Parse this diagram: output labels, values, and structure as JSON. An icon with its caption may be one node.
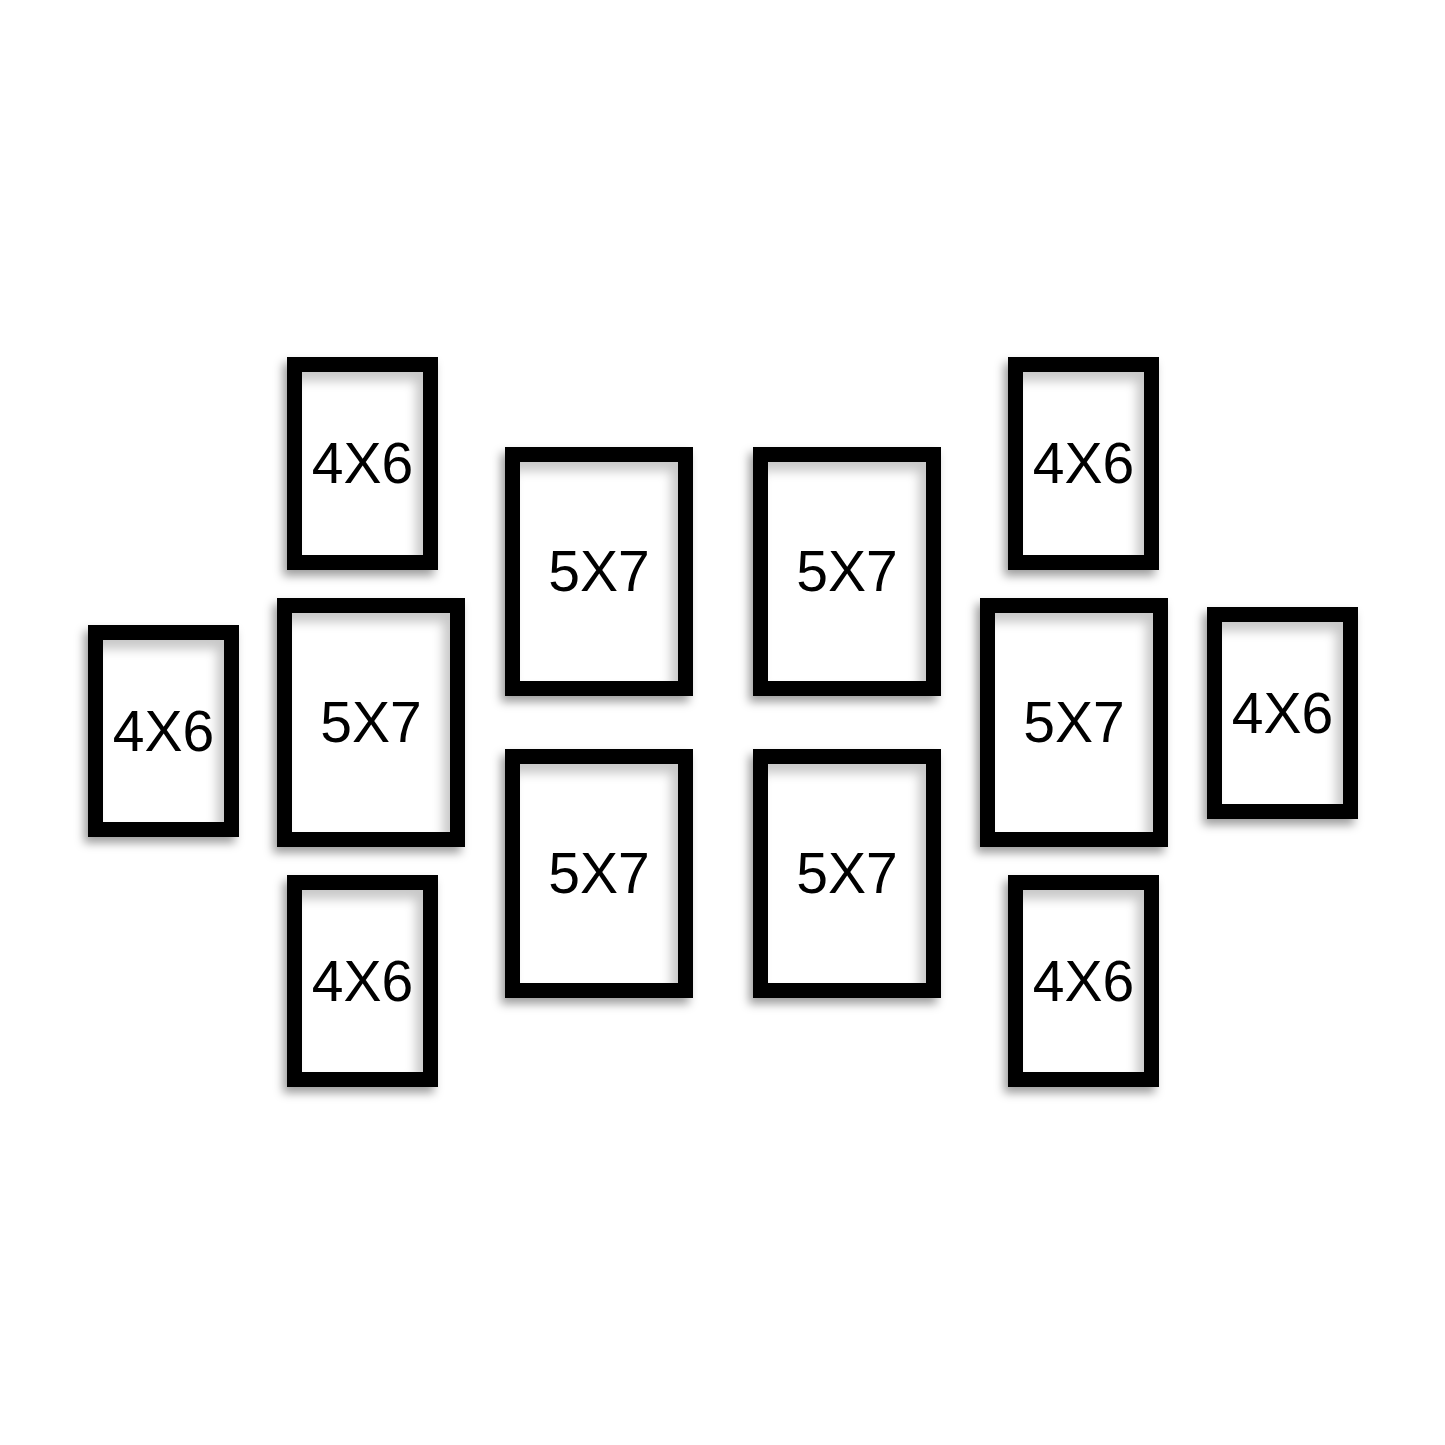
{
  "diagram": {
    "nodes": [
      {
        "text": [
          "4X6"
        ]
      },
      {
        "text": [
          "4X6"
        ]
      },
      {
        "text": [
          "5X7"
        ]
      },
      {
        "text": [
          "4X6"
        ]
      },
      {
        "text": [
          "5X7"
        ]
      },
      {
        "text": [
          "5X7"
        ]
      },
      {
        "text": [
          "5X7"
        ]
      },
      {
        "text": [
          "5X7"
        ]
      },
      {
        "text": [
          "4X6"
        ]
      },
      {
        "text": [
          "5X7"
        ]
      },
      {
        "text": [
          "4X6"
        ]
      },
      {
        "text": [
          "4X6"
        ]
      }
    ]
  }
}
